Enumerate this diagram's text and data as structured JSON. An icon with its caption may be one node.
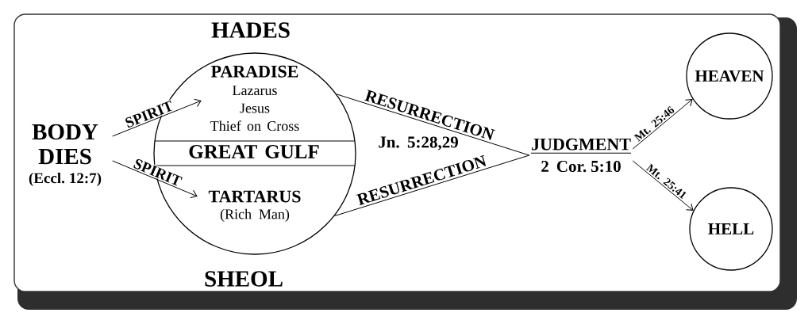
{
  "diagram": {
    "nodes": [
      {
        "text": [
          "BODY DIES",
          "(Eccl. 12:7)"
        ]
      },
      {
        "text": [
          "HADES",
          "SHEOL"
        ]
      },
      {
        "text": [
          "PARADISE",
          "Lazarus",
          "Jesus",
          "Thief on Cross"
        ],
        "in": 1
      },
      {
        "text": [
          "GREAT GULF"
        ],
        "in": 1
      },
      {
        "text": [
          "TARTARUS",
          "(Rich Man)"
        ],
        "in": 1
      },
      {
        "text": [
          "JUDGMENT",
          "2 Cor. 5:10"
        ]
      },
      {
        "text": [
          "HEAVEN"
        ]
      },
      {
        "text": [
          "HELL"
        ]
      }
    ],
    "edges": [
      {
        "from": 0,
        "to": 2,
        "arrow": "to",
        "label": "SPIRIT"
      },
      {
        "from": 0,
        "to": 4,
        "arrow": "to",
        "label": "SPIRIT"
      },
      {
        "from": 1,
        "to": 5,
        "arrow": "none",
        "label": "RESURRECTION"
      },
      {
        "from": 1,
        "to": 5,
        "arrow": "none",
        "label": "RESURRECTION"
      },
      {
        "from": 5,
        "to": 6,
        "arrow": "to",
        "label": "Mt. 25:46"
      },
      {
        "from": 5,
        "to": 7,
        "arrow": "to",
        "label": "Mt. 25:41"
      }
    ],
    "labels": [
      "Jn. 5:28,29"
    ]
  }
}
